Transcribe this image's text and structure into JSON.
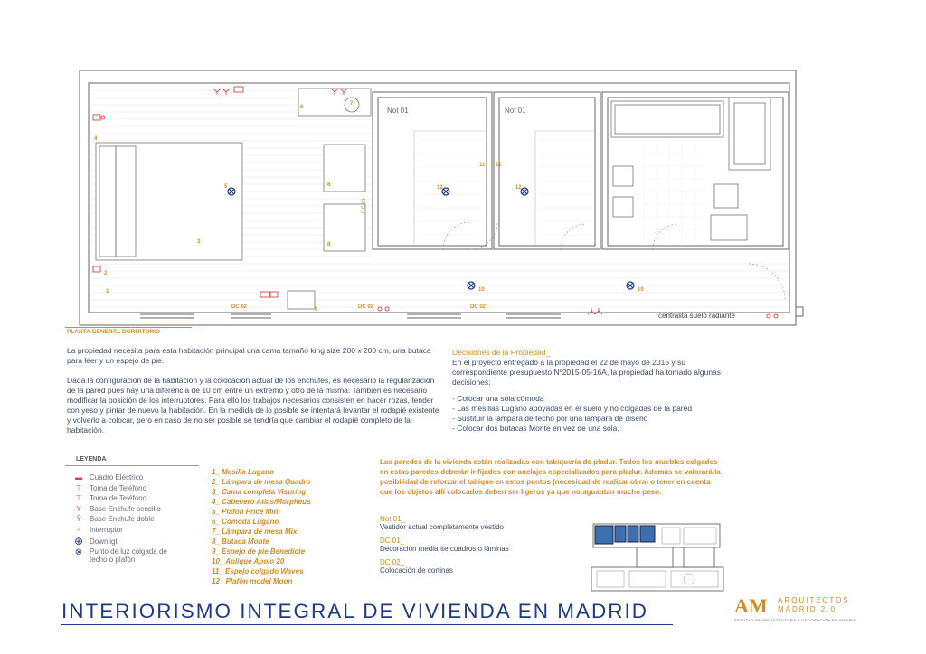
{
  "plan": {
    "caption": "PLANTA GENERAL DORMITORIO",
    "labels": {
      "not01_a": "Not 01",
      "not01_b": "Not 01",
      "dc01": "DC 01",
      "dc02_a": "DC 02",
      "dc02_b": "DC 02",
      "dc02_c": "DC 02",
      "radiant": "centralita suelo radiante"
    },
    "numbers": [
      "1",
      "2",
      "3",
      "4",
      "5",
      "6",
      "7",
      "8",
      "8",
      "9",
      "10",
      "10",
      "11",
      "11",
      "12",
      "12"
    ]
  },
  "intro": {
    "p1": "La propiedad necesita para esta habitación principal una cama tamaño king size 200 x 200 cm, una butaca para leer y un espejo de pie.",
    "p2": "Dada la configuración de la habitación y la colocación actual de los enchufes, es necesario la regularización de la pared pues hay una diferencia de 10 cm entre un extremo y otro de la misma. También es necesario modificar la posición de los interruptores. Para ello los trabajos necesarios consisten en hacer rozas, tender con yeso y pintar de nuevo la habitación. En la medida de lo posible se intentará levantar el rodapié existente y volverlo a colocar, pero en caso de no ser posible se tendría que cambiar el rodapié completo de la habitación."
  },
  "decisions": {
    "title": "Decisiones de la Propiedad_",
    "intro": "En el proyecto entregado a la propiedad el 22 de mayo de 2015 y su correspondiente presupuesto Nº2015-05-16A, la propiedad ha tomado algunas decisiones:",
    "items": [
      "- Colocar una sola cómoda",
      "- Las mesillas Lugano apoyadas en el suelo y no colgadas de la pared",
      "- Sustituir la lámpara de techo por una lámpara de diseño",
      "- Colocar dos butacas Monte en vez de una sola."
    ]
  },
  "legend": {
    "title": "LEYENDA",
    "items": [
      {
        "label": "Cuadro Eléctrico",
        "icon": "electrical-panel-icon"
      },
      {
        "label": "Toma de Teléfono",
        "icon": "phone-socket-icon"
      },
      {
        "label": "Toma de Teléfono",
        "icon": "phone-socket-icon"
      },
      {
        "label": "Base Enchufe sencillo",
        "icon": "single-socket-icon"
      },
      {
        "label": "Base Enchufe doble",
        "icon": "double-socket-icon"
      },
      {
        "label": "Interruptor",
        "icon": "switch-icon"
      },
      {
        "label": "Downligt",
        "icon": "downlight-icon"
      },
      {
        "label": "Punto de luz colgada de techo o plafón",
        "icon": "ceiling-light-icon"
      }
    ]
  },
  "furniture": [
    "1_ Mesilla Lugano",
    "2_ Lámpara de mesa Quadro",
    "3_ Cama completa Vispring",
    "4_ Cabecero Atlas/Morpheus",
    "5_ Plafón Price Mini",
    "6_ Cómoda Lugano",
    "7_ Lámpara de mesa Mix",
    "8_ Butaca Monte",
    "9_ Espejo de pie Benedicte",
    "10_ Aplique Apolo 20",
    "11_ Espejo colgado Waves",
    "12_ Plafón model Moon"
  ],
  "warning": "Las paredes de la vivienda están realizadas con tabiquería de pladur. Todos los muebles colgados en estas paredes deberán ir fijados con anclajes especializados para pladur. Además se valorará la posibilidad de reforzar el tabique en estos puntos (necesidad de realizar obra) o tener en cuenta que los objetos allí colocados deben ser ligeros ya que no aguantan mucho peso.",
  "notes": [
    {
      "code": "Not 01_",
      "text": "Vestidor actual completamente vestido"
    },
    {
      "code": "DC 01_",
      "text": "Decoración mediante cuadros o láminas"
    },
    {
      "code": "DC 02_",
      "text": "Colocación de cortinas"
    }
  ],
  "footer": {
    "title": "INTERIORISMO INTEGRAL DE VIVIENDA EN MADRID",
    "logo_mark": "AM",
    "logo_line1": "ARQUITECTOS",
    "logo_line2": "MADRID 2.0",
    "logo_sub": "ESTUDIO DE ARQUITECTURA Y DECORACIÓN EN MADRID"
  },
  "colors": {
    "accent": "#d98a1c",
    "title_blue": "#1f3a8a",
    "plan_line": "#555555",
    "keyplan_blue": "#3a6fb0"
  }
}
